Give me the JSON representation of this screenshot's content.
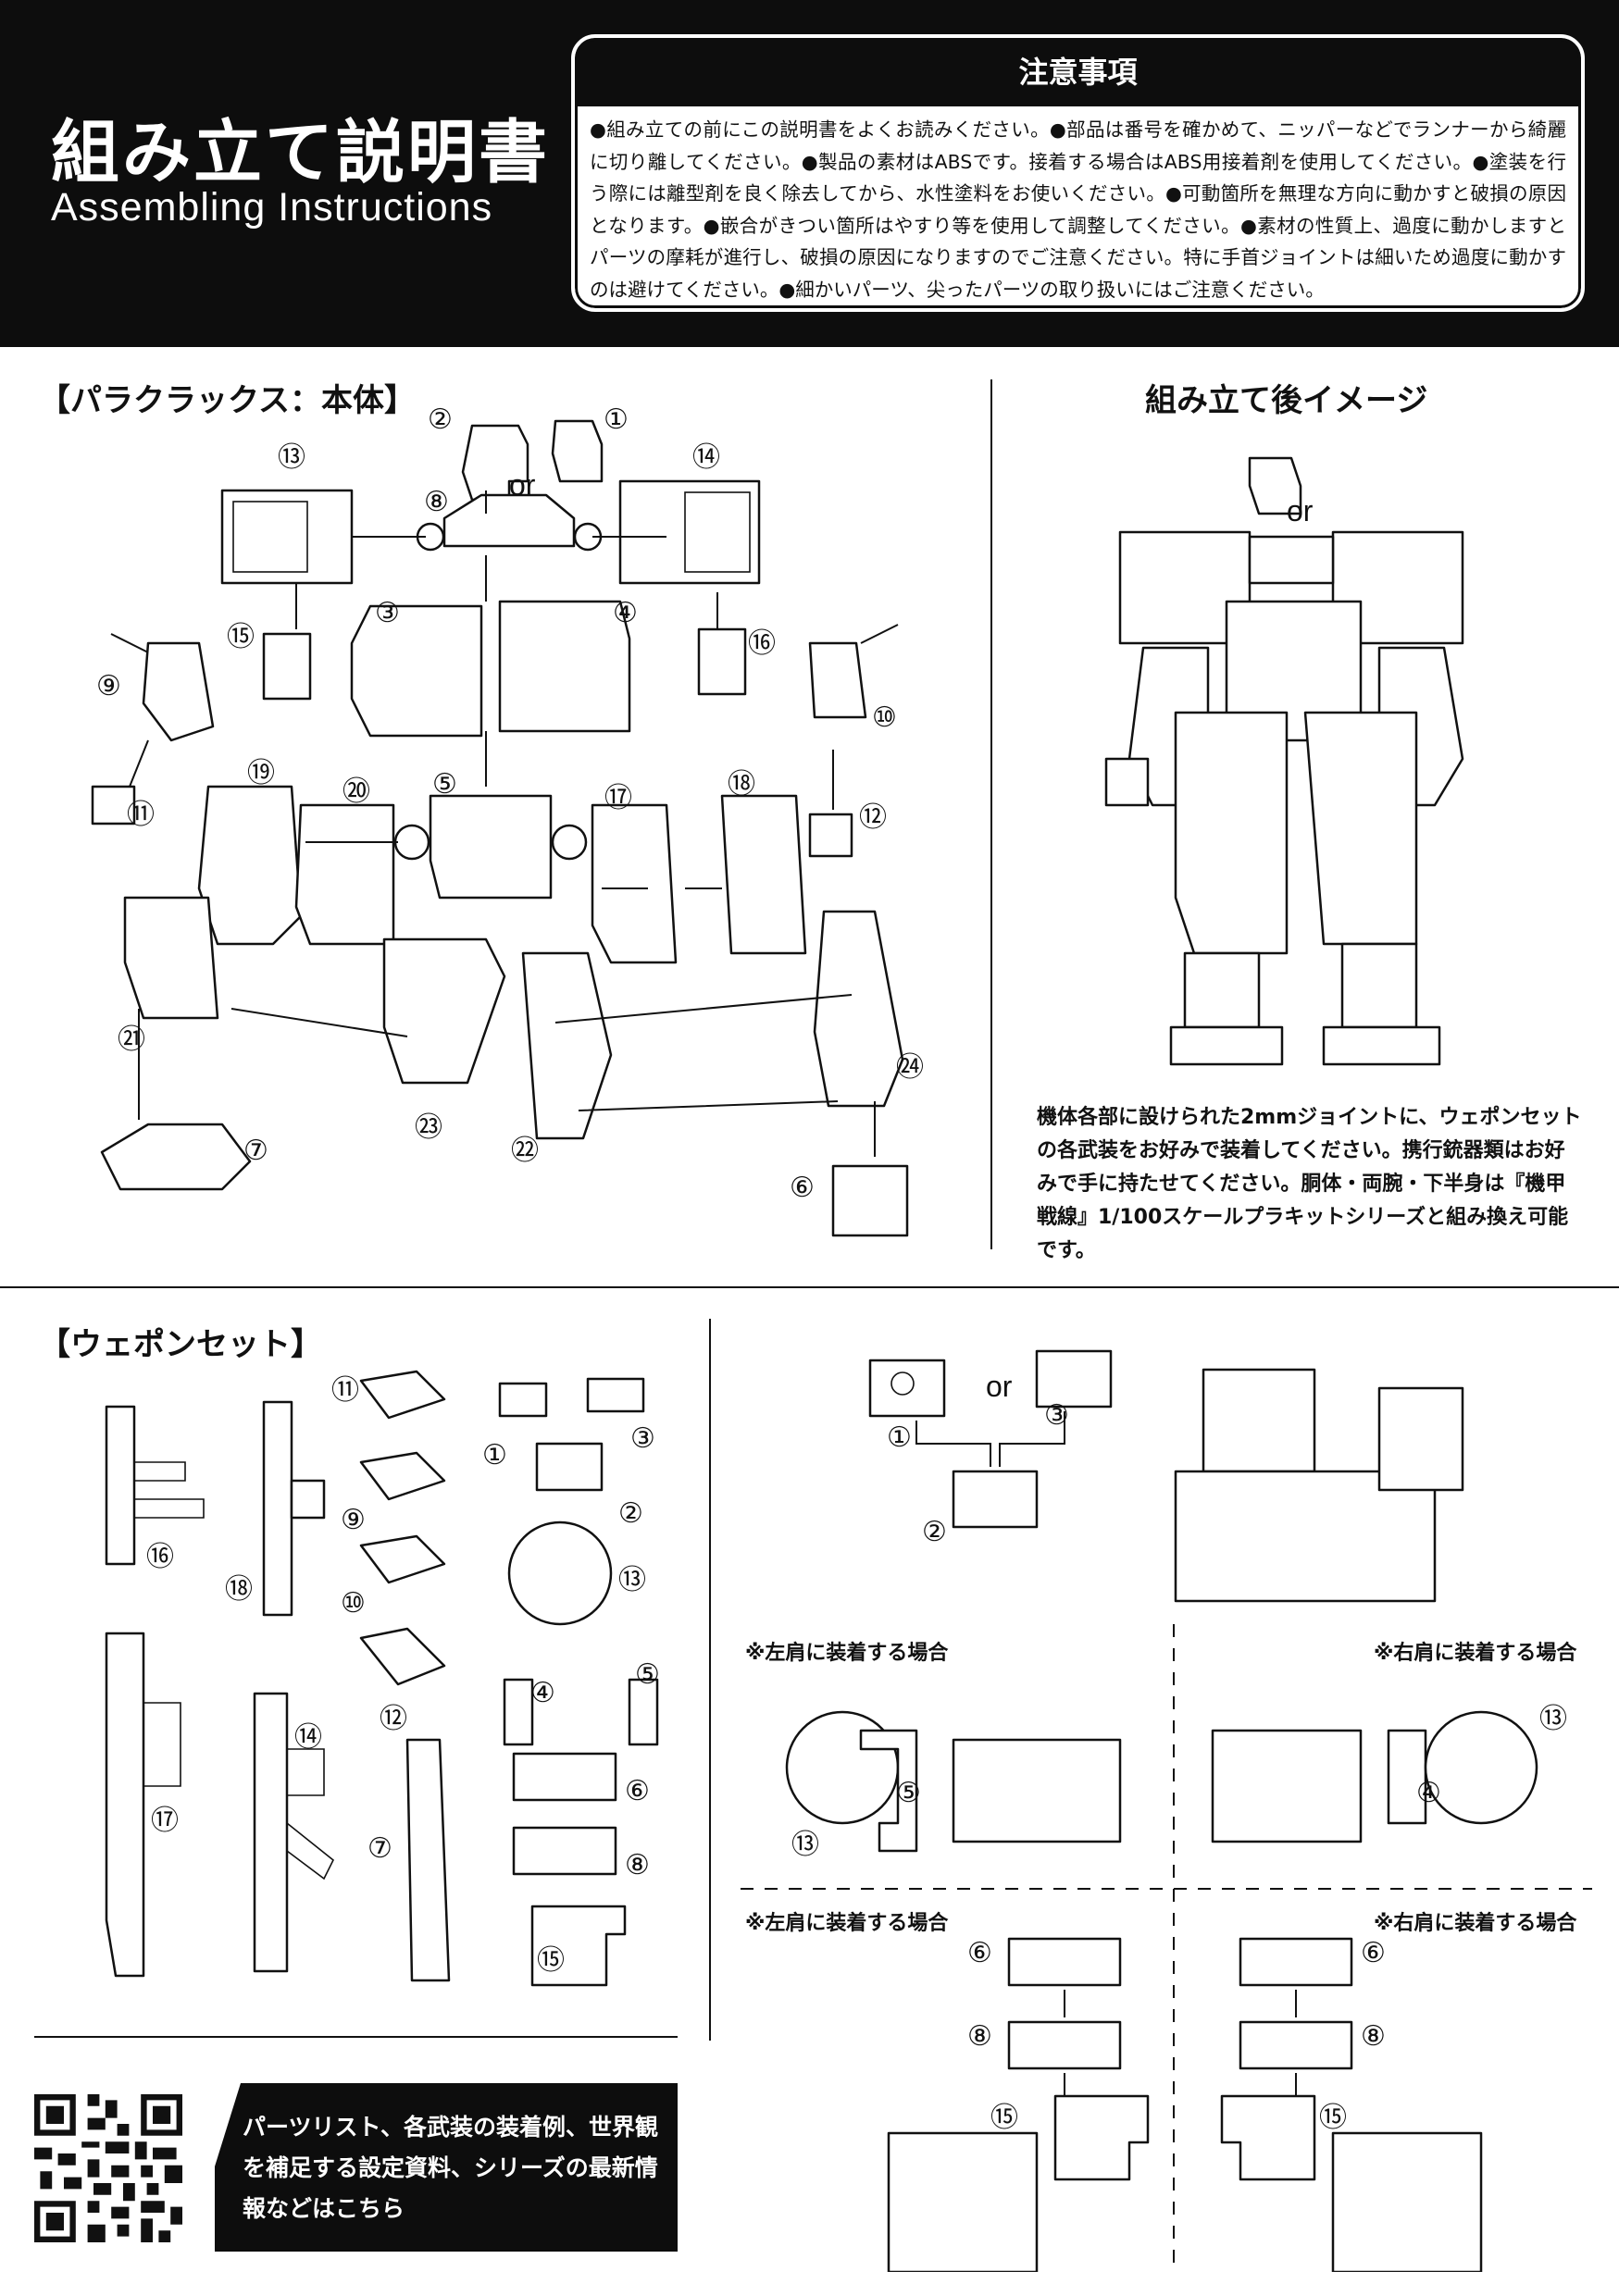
{
  "header": {
    "title_ja": "組み立て説明書",
    "title_en": "Assembling Instructions"
  },
  "notice": {
    "heading": "注意事項",
    "body": "●組み立ての前にこの説明書をよくお読みください。●部品は番号を確かめて、ニッパーなどでランナーから綺麗に切り離してください。●製品の素材はABSです。接着する場合はABS用接着剤を使用してください。●塗装を行う際には離型剤を良く除去してから、水性塗料をお使いください。●可動箇所を無理な方向に動かすと破損の原因となります。●嵌合がきつい箇所はやすり等を使用して調整してください。●素材の性質上、過度に動かしますとパーツの摩耗が進行し、破損の原因になりますのでご注意ください。特に手首ジョイントは細いため過度に動かすのは避けてください。●細かいパーツ、尖ったパーツの取り扱いにはご注意ください。"
  },
  "sections": {
    "body": "【パラクラックス：本体】",
    "after_image": "組み立て後イメージ",
    "weapon_set": "【ウェポンセット】"
  },
  "after_image_note": "機体各部に設けられた2mmジョイントに、ウェポンセットの各武装をお好みで装着してください。携行銃器類はお好みで手に持たせてください。胴体・両腕・下半身は『機甲戦線』1/100スケールプラキットシリーズと組み換え可能です。",
  "or_label": "or",
  "body_parts": [
    "①",
    "②",
    "③",
    "④",
    "⑤",
    "⑥",
    "⑦",
    "⑧",
    "⑨",
    "⑩",
    "⑪",
    "⑫",
    "⑬",
    "⑭",
    "⑮",
    "⑯",
    "⑰",
    "⑱",
    "⑲",
    "⑳",
    "㉑",
    "㉒",
    "㉓",
    "㉔"
  ],
  "weapon_parts": [
    "①",
    "②",
    "③",
    "④",
    "⑤",
    "⑥",
    "⑦",
    "⑧",
    "⑨",
    "⑩",
    "⑪",
    "⑫",
    "⑬",
    "⑭",
    "⑮",
    "⑯",
    "⑰",
    "⑱"
  ],
  "install_cases": {
    "left_shoulder": "※左肩に装着する場合",
    "right_shoulder": "※右肩に装着する場合"
  },
  "promo": {
    "text": "パーツリスト、各武装の装着例、世界観を補足する設定資料、シリーズの最新情報などはこちら"
  }
}
